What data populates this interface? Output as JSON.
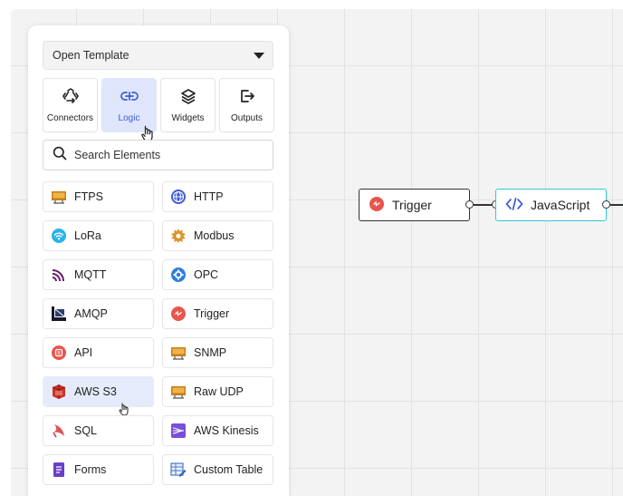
{
  "panel": {
    "template_select": {
      "label": "Open Template"
    },
    "tabs": [
      {
        "label": "Connectors",
        "icon": "recycle-icon",
        "active": false
      },
      {
        "label": "Logic",
        "icon": "link-icon",
        "active": true
      },
      {
        "label": "Widgets",
        "icon": "layers-icon",
        "active": false
      },
      {
        "label": "Outputs",
        "icon": "exit-icon",
        "active": false
      }
    ],
    "search": {
      "placeholder": "Search Elements"
    },
    "elements": [
      {
        "label": "FTPS",
        "icon": "ftp-icon"
      },
      {
        "label": "HTTP",
        "icon": "globe-icon"
      },
      {
        "label": "LoRa",
        "icon": "wifi-icon"
      },
      {
        "label": "Modbus",
        "icon": "gear-icon"
      },
      {
        "label": "MQTT",
        "icon": "signal-icon"
      },
      {
        "label": "OPC",
        "icon": "cog-icon"
      },
      {
        "label": "AMQP",
        "icon": "amqp-icon"
      },
      {
        "label": "Trigger",
        "icon": "trigger-icon"
      },
      {
        "label": "API",
        "icon": "api-icon"
      },
      {
        "label": "SNMP",
        "icon": "ftp-icon"
      },
      {
        "label": "AWS S3",
        "icon": "aws-s3-icon",
        "hovered": true
      },
      {
        "label": "Raw UDP",
        "icon": "ftp-icon"
      },
      {
        "label": "SQL",
        "icon": "sql-icon"
      },
      {
        "label": "AWS Kinesis",
        "icon": "kinesis-icon"
      },
      {
        "label": "Forms",
        "icon": "forms-icon"
      },
      {
        "label": "Custom Table",
        "icon": "table-edit-icon"
      }
    ]
  },
  "flow": {
    "nodes": [
      {
        "label": "Trigger",
        "icon": "trigger-icon"
      },
      {
        "label": "JavaScript",
        "icon": "code-icon"
      }
    ]
  },
  "colors": {
    "accent": "#3d5bd8",
    "active_tab_bg": "#dfe6fb",
    "js_node_border": "#33c7d6",
    "trigger_red": "#e8554e"
  }
}
